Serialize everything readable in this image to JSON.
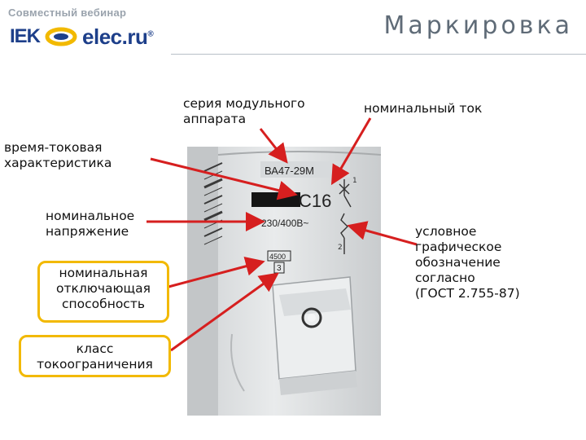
{
  "header": {
    "subtitle": "Совместный вебинар",
    "brand_iek": "IEK",
    "brand_elec": "elec.ru",
    "registered_mark": "®"
  },
  "title": "Маркировка",
  "labels": {
    "series": "серия модульного\nаппарата",
    "rated_current": "номинальный ток",
    "time_current": "время-токовая\nхарактеристика",
    "rated_voltage": "номинальное\nнапряжение",
    "breaking_capacity": "номинальная\nотключающая\nспособность",
    "limiting_class": "класс\nтокоограничения",
    "symbol": "условное\nграфическое\nобозначение\nсогласно\n(ГОСТ 2.755-87)"
  },
  "device": {
    "model": "ВА47-29М",
    "curve_current": "С16",
    "voltage": "230/400В~",
    "breaking": "4500",
    "class": "3",
    "terminal_top": "1",
    "terminal_bottom": "2"
  },
  "colors": {
    "accent": "#f2b900",
    "arrow": "#d61f1f",
    "brand": "#1d3f8a"
  }
}
